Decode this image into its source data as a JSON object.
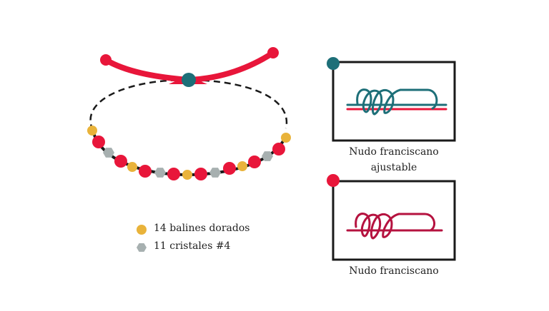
{
  "colors": {
    "cord_red": "#e8163a",
    "knot_teal": "#1d6f78",
    "knot_crimson": "#b5123f",
    "bead_gold": "#e9b33a",
    "crystal_gray": "#a7b0b0",
    "frame": "#1a1a1a",
    "chain": "#1a1a1a"
  },
  "legend": [
    {
      "icon": "gold-bead-icon",
      "label": "14 balines dorados"
    },
    {
      "icon": "crystal-hexagon-icon",
      "label": "11 cristales #4"
    }
  ],
  "panels": [
    {
      "caption_line1": "Nudo franciscano",
      "caption_line2": "ajustable"
    },
    {
      "caption_line1": "Nudo franciscano",
      "caption_line2": ""
    }
  ]
}
